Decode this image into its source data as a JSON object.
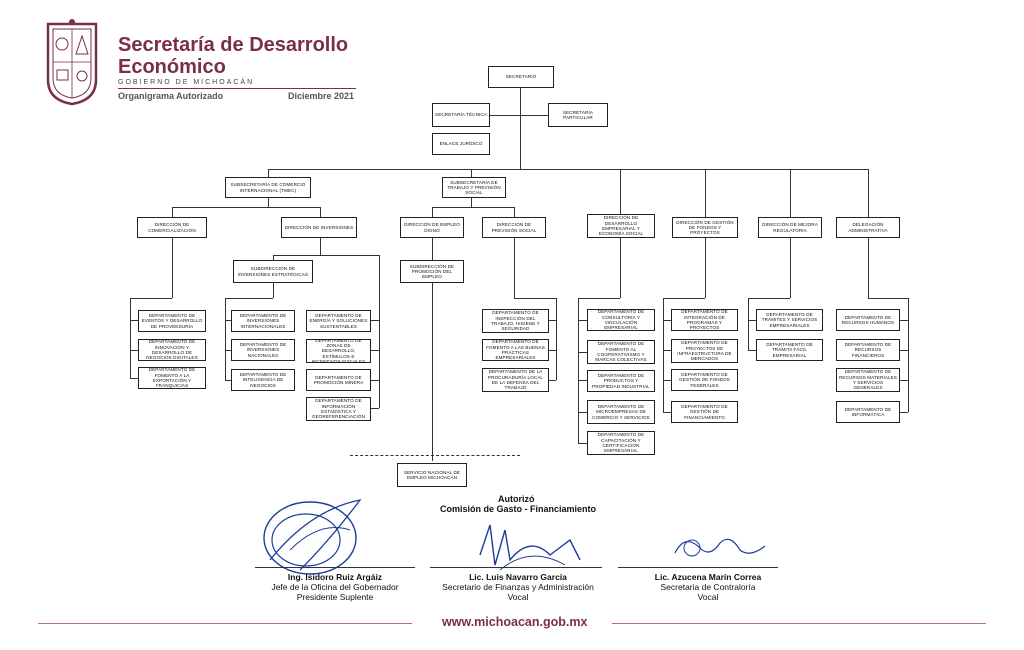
{
  "header": {
    "title_line1": "Secretaría de Desarrollo",
    "title_line2": "Económico",
    "gobierno": "GOBIERNO DE MICHOACÁN",
    "subtitle": "Organigrama Autorizado",
    "date": "Diciembre 2021"
  },
  "org": {
    "secretario": "SECRETARIO",
    "tecnica": "SECRETARÍA TÉCNICA",
    "particular": "SECRETARÍA PARTICULAR",
    "enlace": "ENLACE JURÍDICO",
    "sub_comercio": "SUBSECRETARÍA DE COMERCIO INTERNACIONAL (TMEC)",
    "sub_trabajo": "SUBSECRETARÍA DE TRABAJO Y PREVISIÓN SOCIAL",
    "dir_comercializacion": "DIRECCIÓN DE COMERCIALIZACIÓN",
    "dir_inversiones": "DIRECCIÓN DE INVERSIONES",
    "subdir_inversiones": "SUBDIRECCIÓN DE INVERSIONES ESTRATÉGICAS",
    "dir_empleo": "DIRECCIÓN DE EMPLEO DIGNO",
    "subdir_empleo": "SUBDIRECCIÓN DE PROMOCIÓN DEL EMPLEO",
    "dir_prevision": "DIRECCIÓN DE PREVISIÓN SOCIAL",
    "dir_consultoria": "DIRECCIÓN DE DESARROLLO EMPRESARIAL Y ECONOMÍA SOCIAL",
    "dir_gestion": "DIRECCIÓN DE GESTIÓN DE FONDOS Y PROYECTOS",
    "dir_mejora": "DIRECCIÓN DE MEJORA REGULATORIA",
    "delegacion": "DELEGACIÓN ADMINISTRATIVA",
    "servicio_empleo": "SERVICIO NACIONAL DE EMPLEO MICHOACÁN",
    "col1": [
      "DEPARTAMENTO DE EVENTOS Y DESARROLLO DE PROVEEDURÍA",
      "DEPARTAMENTO DE INNOVACIÓN Y DESARROLLO DE NEGOCIOS DIGITALES",
      "DEPARTAMENTO DE FOMENTO A LA EXPORTACIÓN Y FRANQUICIAS"
    ],
    "col2": [
      "DEPARTAMENTO DE INVERSIONES INTERNACIONALES",
      "DEPARTAMENTO DE INVERSIONES NACIONALES",
      "DEPARTAMENTO DE INTELIGENCIA DE NEGOCIOS"
    ],
    "col3": [
      "DEPARTAMENTO DE ENERGÍA Y SOLUCIONES SUSTENTABLES",
      "DEPARTAMENTO DE ZONAS DE DESARROLLO, ESTÍMULOS E INCENTIVOS FISCALES",
      "DEPARTAMENTO DE PROMOCIÓN MINERA",
      "DEPARTAMENTO DE INFORMACIÓN ESTADÍSTICA Y GEOREFERENCIACIÓN"
    ],
    "col4": [
      "DEPARTAMENTO DE INSPECCIÓN DEL TRABAJO, HIGIENE Y SEGURIDAD",
      "DEPARTAMENTO DE FOMENTO A LAS BUENAS PRÁCTICAS EMPRESARIALES",
      "DEPARTAMENTO DE LA PROCURADURÍA LOCAL DE LA DEFENSA DEL TRABAJO"
    ],
    "col5": [
      "DEPARTAMENTO DE CONSULTORÍA Y VINCULACIÓN EMPRESARIAL",
      "DEPARTAMENTO DE FOMENTO AL COOPERATIVISMO Y MARCAS COLECTIVAS",
      "DEPARTAMENTO DE PRODUCTOS Y PROPIEDAD INDUSTRIAL",
      "DEPARTAMENTO DE MICROEMPRESAS DE COMERCIO Y SERVICIOS",
      "DEPARTAMENTO DE CAPACITACIÓN Y CERTIFICACIÓN EMPRESARIAL"
    ],
    "col6": [
      "DEPARTAMENTO DE INTEGRACIÓN DE PROGRAMAS Y PROYECTOS",
      "DEPARTAMENTO DE PROYECTOS DE INFRAESTRUCTURA DE MERCADOS",
      "DEPARTAMENTO DE GESTIÓN DE FONDOS FEDERALES",
      "DEPARTAMENTO DE GESTIÓN DE FINANCIAMIENTO"
    ],
    "col7": [
      "DEPARTAMENTO DE TRÁMITES Y SERVICIOS EMPRESARIALES",
      "DEPARTAMENTO DE TRÁMITA FÁCIL EMPRESARIAL"
    ],
    "col8": [
      "DEPARTAMENTO DE RECURSOS HUMANOS",
      "DEPARTAMENTO DE RECURSOS FINANCIEROS",
      "DEPARTAMENTO DE RECURSOS MATERIALES Y SERVICIOS GENERALES",
      "DEPARTAMENTO DE INFORMÁTICA"
    ]
  },
  "approval": {
    "autorizo": "Autorizó",
    "comision": "Comisión de Gasto - Financiamiento"
  },
  "signatures": [
    {
      "name": "Ing. Isidoro Ruiz Argáiz",
      "role1": "Jefe de la Oficina del Gobernador",
      "role2": "Presidente Suplente"
    },
    {
      "name": "Lic. Luis Navarro García",
      "role1": "Secretario de Finanzas y Administración",
      "role2": "Vocal"
    },
    {
      "name": "Lic. Azucena Marín Correa",
      "role1": "Secretaria de Contraloría",
      "role2": "Vocal"
    }
  ],
  "footer": {
    "url": "www.michoacan.gob.mx"
  },
  "colors": {
    "brand": "#7a2f43"
  }
}
